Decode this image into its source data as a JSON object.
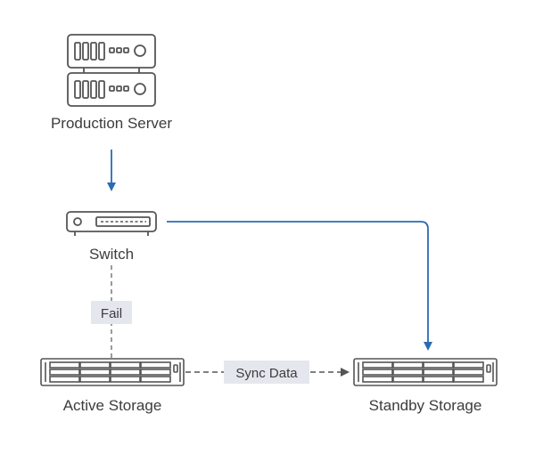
{
  "nodes": {
    "production_server": "Production Server",
    "switch": "Switch",
    "active_storage": "Active Storage",
    "standby_storage": "Standby Storage"
  },
  "edge_labels": {
    "fail": "Fail",
    "sync": "Sync Data"
  },
  "colors": {
    "icon_stroke": "#555555",
    "active_link": "#2a6cb3",
    "inactive_link": "#7a7a7a",
    "label_bg": "#e4e7ee",
    "text": "#3c3c3c"
  }
}
